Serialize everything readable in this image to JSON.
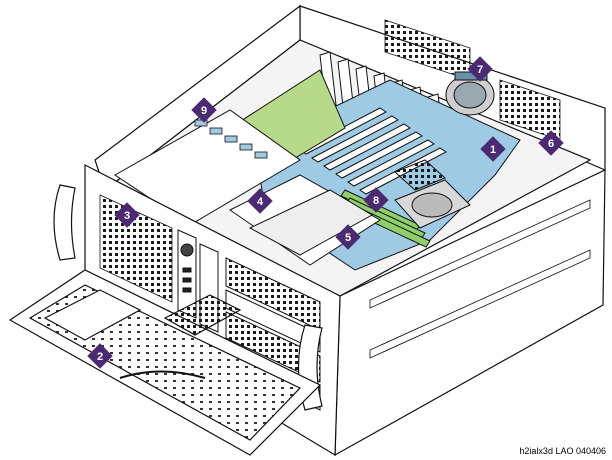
{
  "colors": {
    "outline": "#111111",
    "metal": "#ffffff",
    "motherboard": "#9ecbe3",
    "pci_card": "#b7d98a",
    "memory": "#8fcf6a",
    "callout": "#4b2a73",
    "vent": "#1a1a1a"
  },
  "callouts": [
    {
      "id": "1",
      "label": "1"
    },
    {
      "id": "2",
      "label": "2"
    },
    {
      "id": "3",
      "label": "3"
    },
    {
      "id": "4",
      "label": "4"
    },
    {
      "id": "5",
      "label": "5"
    },
    {
      "id": "6",
      "label": "6"
    },
    {
      "id": "7",
      "label": "7"
    },
    {
      "id": "8",
      "label": "8"
    },
    {
      "id": "9",
      "label": "9"
    }
  ],
  "caption": "h2ialx3d LAO 040406"
}
